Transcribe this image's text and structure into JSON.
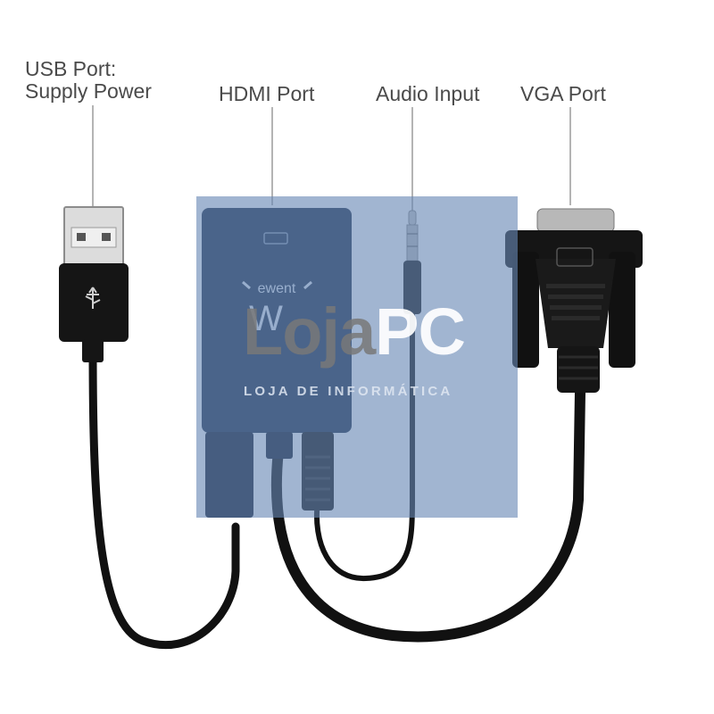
{
  "labels": {
    "usb_line1": "USB Port:",
    "usb_line2": "Supply Power",
    "hdmi": "HDMI Port",
    "audio": "Audio Input",
    "vga": "VGA Port"
  },
  "device": {
    "brand": "ewent",
    "brand_mark": "W"
  },
  "watermark": {
    "logo_part1": "Loja",
    "logo_part2": "PC",
    "tagline": "LOJA DE INFORMÁTICA"
  },
  "colors": {
    "background": "#ffffff",
    "cable": "#111111",
    "adapter_body": "#1c2c44",
    "label_text": "#4a4a4a",
    "watermark_panel": "#6888b4"
  }
}
